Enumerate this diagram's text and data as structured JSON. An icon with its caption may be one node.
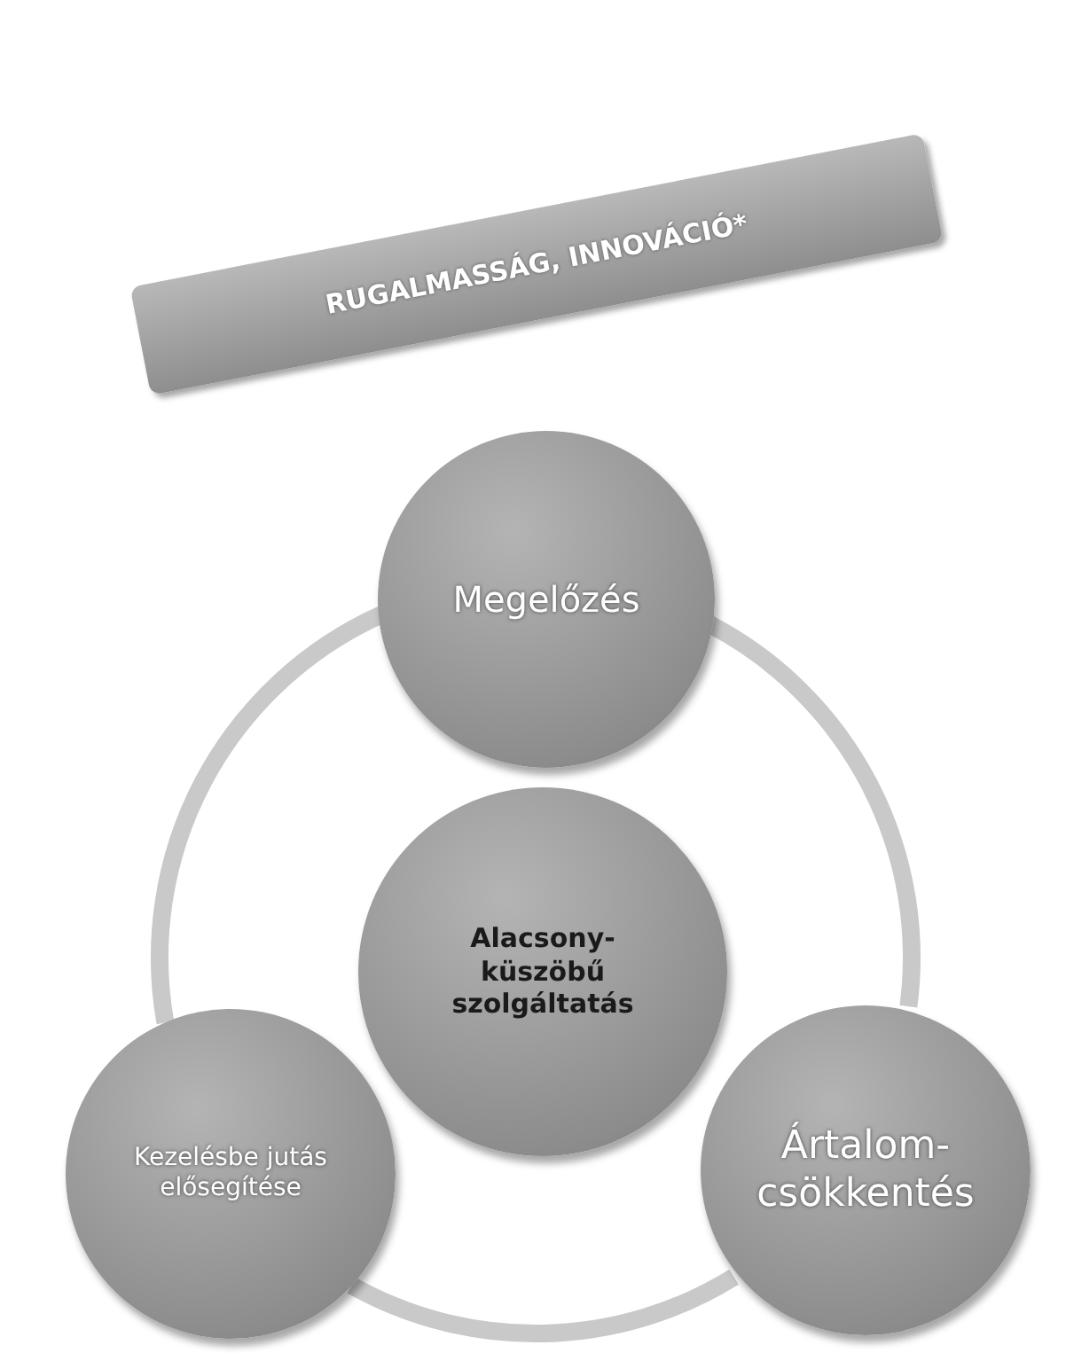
{
  "diagram": {
    "nodes": [
      {
        "text": [
          "RUGALMASSÁG, INNOVÁCIÓ*"
        ]
      },
      {
        "text": [
          "Megelőzés"
        ]
      },
      {
        "text": [
          "Alacsony-küszöbű szolgáltatás"
        ]
      },
      {
        "text": [
          "Kezelésbe jutás elősegítése"
        ]
      },
      {
        "text": [
          "Ártalom-csökkentés"
        ]
      }
    ],
    "edges": [
      {
        "from": 1,
        "to": 4,
        "arrow": "none"
      },
      {
        "from": 4,
        "to": 3,
        "arrow": "none"
      },
      {
        "from": 3,
        "to": 1,
        "arrow": "none"
      }
    ]
  }
}
